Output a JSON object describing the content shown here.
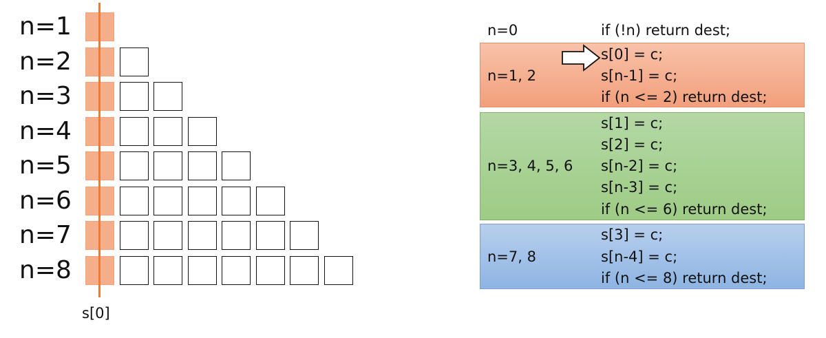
{
  "triangle": {
    "rows": [
      {
        "label": "n=1",
        "cells": 1
      },
      {
        "label": "n=2",
        "cells": 2
      },
      {
        "label": "n=3",
        "cells": 3
      },
      {
        "label": "n=4",
        "cells": 4
      },
      {
        "label": "n=5",
        "cells": 5
      },
      {
        "label": "n=6",
        "cells": 6
      },
      {
        "label": "n=7",
        "cells": 7
      },
      {
        "label": "n=8",
        "cells": 8
      }
    ],
    "axis_label": "s[0]"
  },
  "code_panel": {
    "zero_case": {
      "case": "n=0",
      "line": "if (!n) return dest;"
    },
    "groups": [
      {
        "case": "n=1, 2",
        "lines": [
          "s[0] = c;",
          "s[n-1] = c;",
          "if (n <= 2) return dest;"
        ]
      },
      {
        "case": "n=3, 4, 5, 6",
        "lines": [
          "s[1] = c;",
          "s[2] = c;",
          "s[n-2] = c;",
          "s[n-3] = c;",
          "if (n <= 6) return dest;"
        ]
      },
      {
        "case": "n=7, 8",
        "lines": [
          "s[3] = c;",
          "s[n-4] = c;",
          "if (n <= 8) return dest;"
        ]
      }
    ]
  },
  "colors": {
    "first_cell": "#f5ae8a",
    "marker_line": "#ef7a33",
    "band_red": "#f29f7b",
    "band_green": "#9ecb85",
    "band_blue": "#8eb4e3"
  },
  "icons": {
    "current_step": "right-arrow-icon"
  }
}
